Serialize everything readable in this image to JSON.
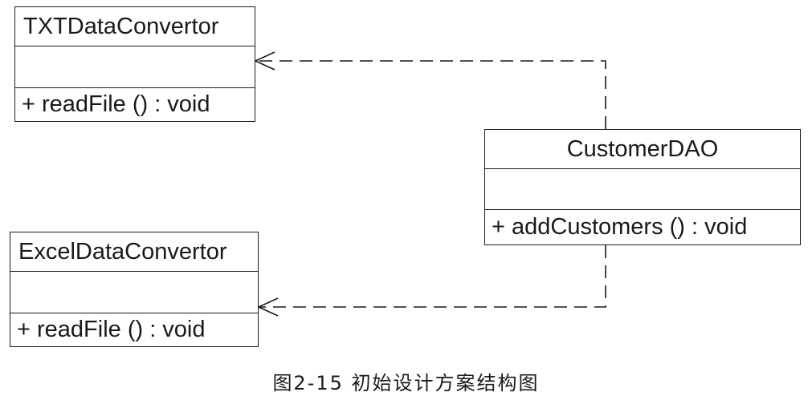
{
  "classes": {
    "txt": {
      "name": "TXTDataConvertor",
      "operation": "+  readFile ()  : void"
    },
    "excel": {
      "name": "ExcelDataConvertor",
      "operation": "+  readFile ()  : void"
    },
    "customer": {
      "name": "CustomerDAO",
      "operation": "+  addCustomers ()  : void"
    }
  },
  "caption": "图2-15    初始设计方案结构图"
}
